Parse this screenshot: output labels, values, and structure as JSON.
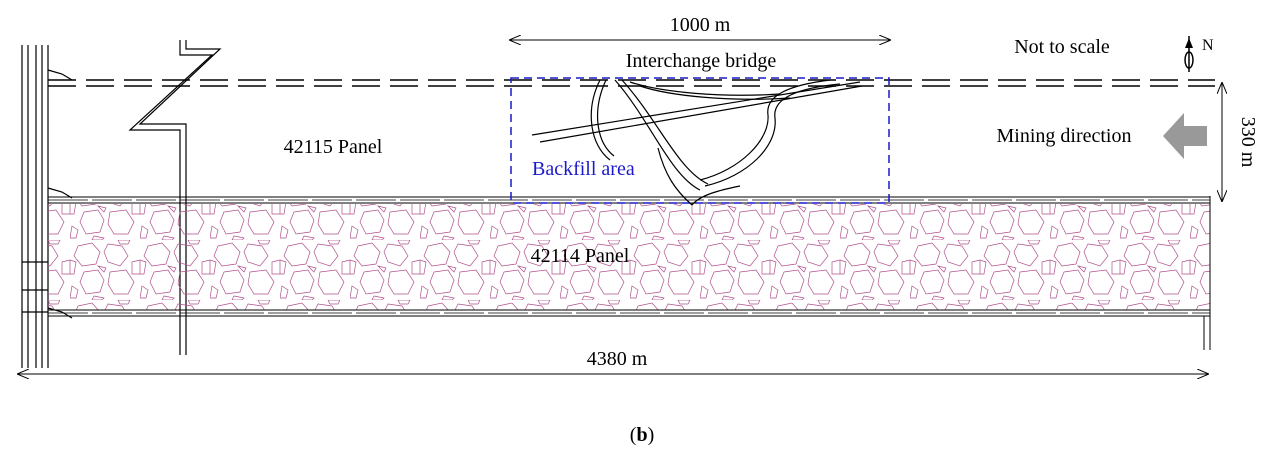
{
  "labels": {
    "top_dimension": "1000 m",
    "feature": "Interchange bridge",
    "scale_note": "Not to scale",
    "north": "N",
    "upper_panel": "42115 Panel",
    "backfill": "Backfill area",
    "mining_direction": "Mining direction",
    "panel_width": "330 m",
    "lower_panel": "42114 Panel",
    "total_length": "4380 m",
    "caption_open": "(",
    "caption_letter": "b",
    "caption_close": ")"
  },
  "colors": {
    "line": "#000000",
    "backfill_box": "#1a1acc",
    "backfill_text": "#1a1acc",
    "goaf_rock": "#b0508c",
    "arrow": "#999999"
  }
}
